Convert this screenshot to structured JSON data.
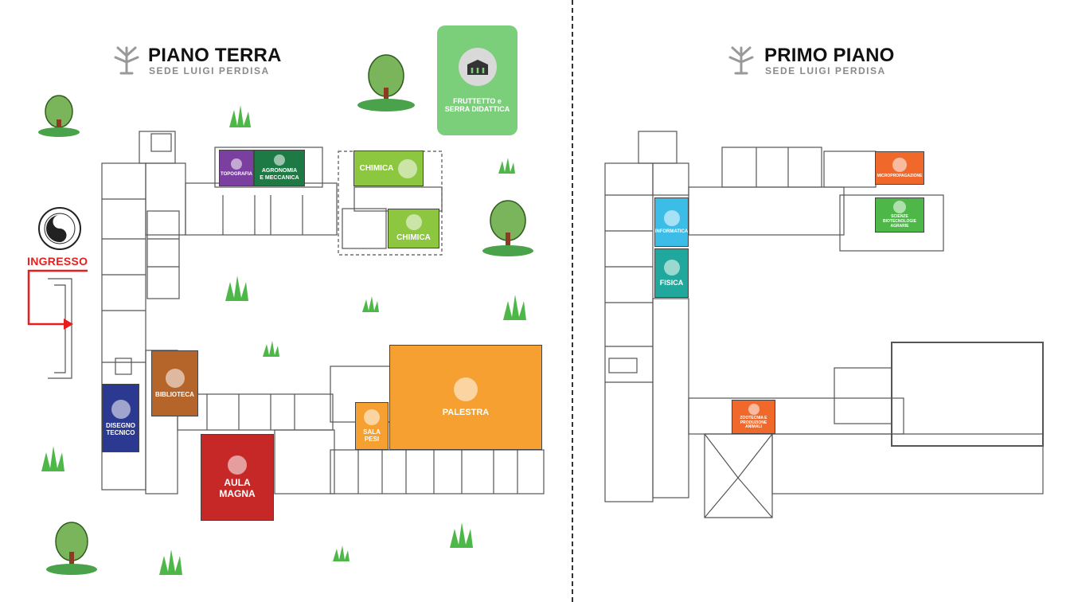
{
  "ground_floor": {
    "title": "PIANO TERRA",
    "subtitle": "SEDE LUIGI PERDISA",
    "entrance_label": "INGRESSO",
    "orchard_label": "FRUTTETTO e\nSERRA DIDATTICA",
    "rooms": {
      "topografia": "TOPOGRAFIA",
      "agronomia": "AGRONOMIA\ne MECCANICA",
      "chimica_top": "CHIMICA",
      "chimica_bottom": "CHIMICA",
      "biblioteca": "BIBLIOTECA",
      "disegno": "DISEGNO\nTECNICO",
      "aula_magna": "AULA\nMAGNA",
      "sala_pesi": "SALA\nPESI",
      "palestra": "PALESTRA"
    }
  },
  "first_floor": {
    "title": "PRIMO PIANO",
    "subtitle": "SEDE LUIGI PERDISA",
    "rooms": {
      "micropropagazione": "MICROPROPAGAZIONE",
      "informatica": "INFORMATICA",
      "scienze": "SCIENZE\nBIOTECNOLOGIE\nAGRARIE",
      "fisica": "FISICA",
      "zootecnia": "ZOOTECNIA e\nPRODUZIONE\nANIMALI"
    }
  },
  "colors": {
    "purple": "#7b3fa0",
    "dark_green": "#1e7a45",
    "lime": "#8dc63f",
    "brown": "#b5652a",
    "navy": "#2b3990",
    "red": "#c62828",
    "orange": "#f5a030",
    "orange_red": "#f0682a",
    "sky": "#3bbde8",
    "teal": "#1fa89b",
    "green": "#4db848",
    "serra": "#7bcf7b",
    "entrance": "#e61e1e"
  }
}
